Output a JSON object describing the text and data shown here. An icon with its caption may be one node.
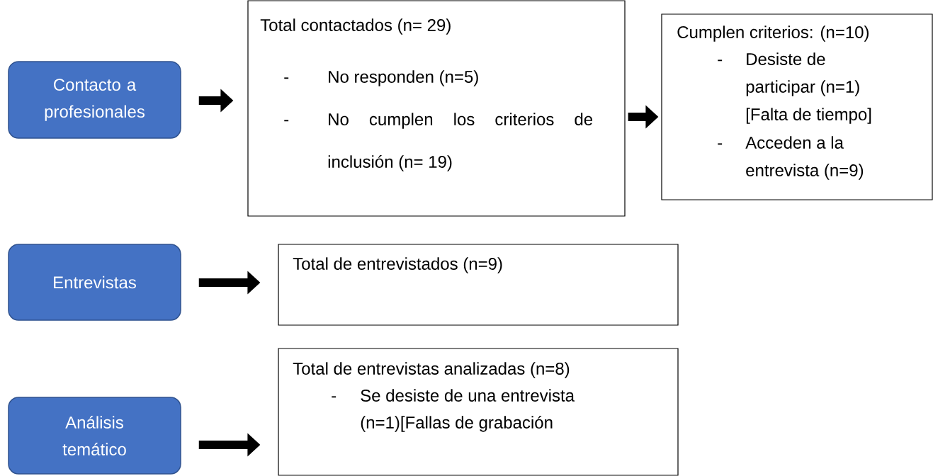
{
  "diagram": {
    "nodes": [
      {
        "text": [
          "Contacto a profesionales"
        ]
      },
      {
        "text": [
          "Total contactados (n= 29)",
          "-",
          "No responden (n=5)",
          "-",
          "No cumplen los criterios de inclusión (n= 19)"
        ]
      },
      {
        "text": [
          "Cumplen criterios: (n=10)",
          "-",
          "Desiste de participar (n=1) [Falta de tiempo]",
          "-",
          "Acceden a la entrevista (n=9)"
        ]
      },
      {
        "text": [
          "Entrevistas"
        ]
      },
      {
        "text": [
          "Total de entrevistados (n=9)"
        ]
      },
      {
        "text": [
          "Análisis temático"
        ]
      },
      {
        "text": [
          "Total de entrevistas analizadas (n=8)",
          "-",
          "Se desiste de una entrevista (n=1)[Fallas de grabación"
        ]
      }
    ],
    "edges": [
      {
        "from": 0,
        "to": 1,
        "arrow": "to"
      },
      {
        "from": 1,
        "to": 2,
        "arrow": "to"
      },
      {
        "from": 3,
        "to": 4,
        "arrow": "to"
      },
      {
        "from": 5,
        "to": 6,
        "arrow": "to"
      }
    ]
  }
}
